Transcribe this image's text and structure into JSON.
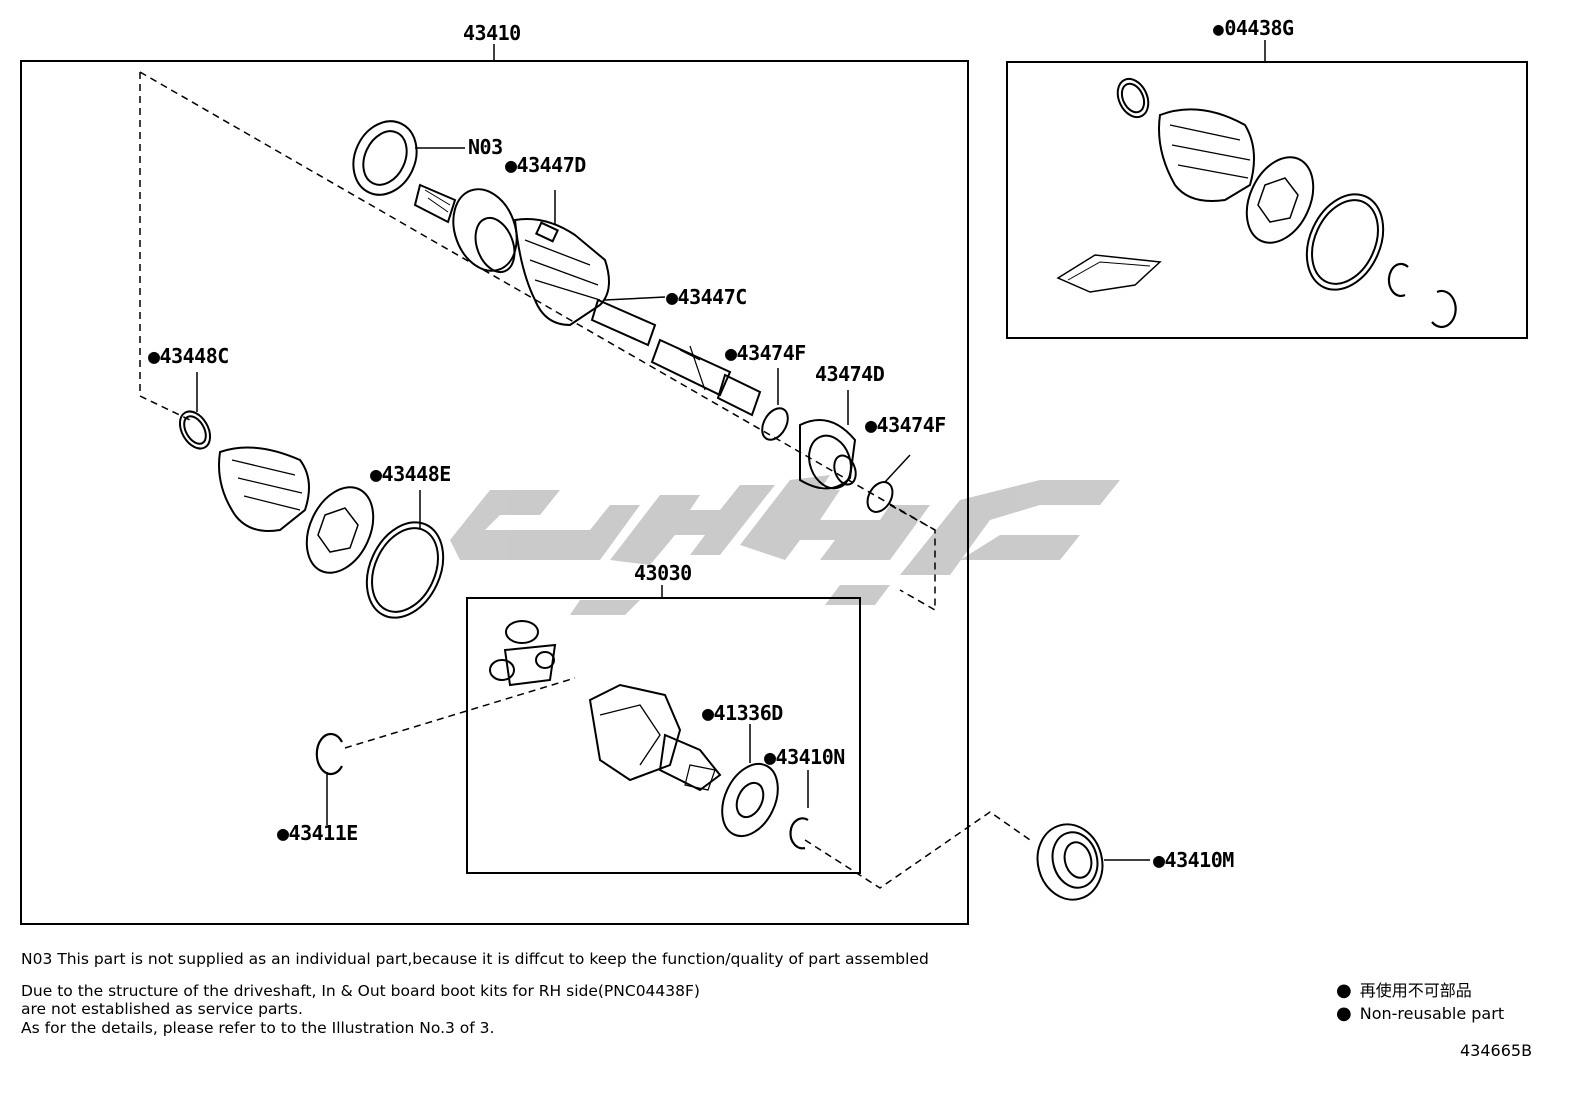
{
  "labels": {
    "assy_43410": "43410",
    "kit_04438G": "04438G",
    "n03": "N03",
    "p43447D": "43447D",
    "p43447C": "43447C",
    "p43448C": "43448C",
    "p43474F_a": "43474F",
    "p43474D": "43474D",
    "p43474F_b": "43474F",
    "p43448E": "43448E",
    "p43030": "43030",
    "p41336D": "41336D",
    "p43410N": "43410N",
    "p43411E": "43411E",
    "p43410M": "43410M"
  },
  "notes": {
    "n03_note": "N03 This part is not supplied as an  individual part,because it is diffcut to keep the function/quality of part assembled",
    "line1": "Due to the structure of the driveshaft, In & Out board  boot kits for RH side(PNC04438F)",
    "line2": "are not established as service parts.",
    "line3": "As for the details, please refer to to the Illustration No.3 of 3."
  },
  "legend": {
    "jp": "再使用不可部品",
    "en": "Non-reusable part"
  },
  "illustration_id": "434665B",
  "colors": {
    "line": "#000000",
    "watermark": "#c8c8c8",
    "background": "#ffffff"
  }
}
